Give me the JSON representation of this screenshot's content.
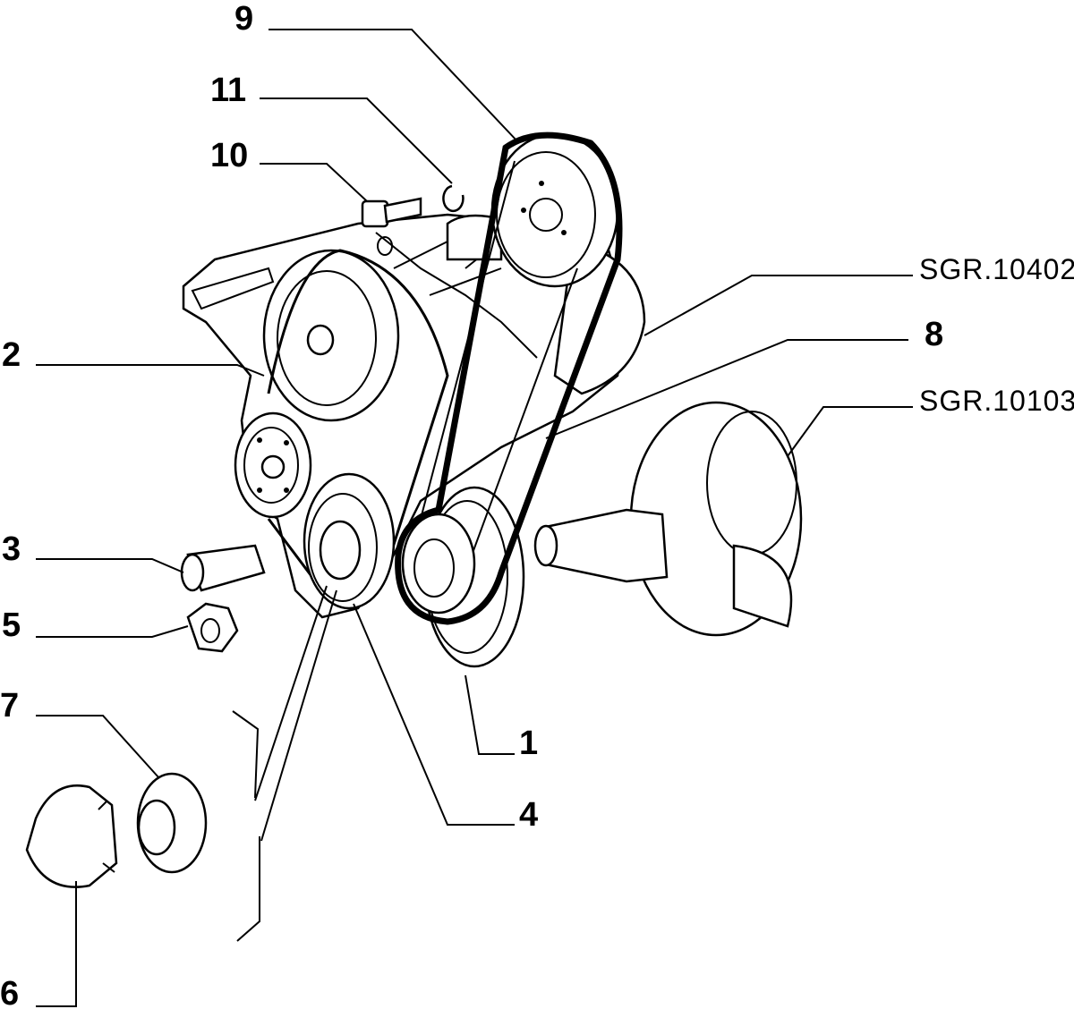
{
  "diagram": {
    "callouts": {
      "c1": "1",
      "c2": "2",
      "c3": "3",
      "c4": "4",
      "c5": "5",
      "c6": "6",
      "c7": "7",
      "c8": "8",
      "c9": "9",
      "c10": "10",
      "c11": "11"
    },
    "references": {
      "ref_a": "SGR.10402",
      "ref_b": "SGR.10103"
    }
  }
}
